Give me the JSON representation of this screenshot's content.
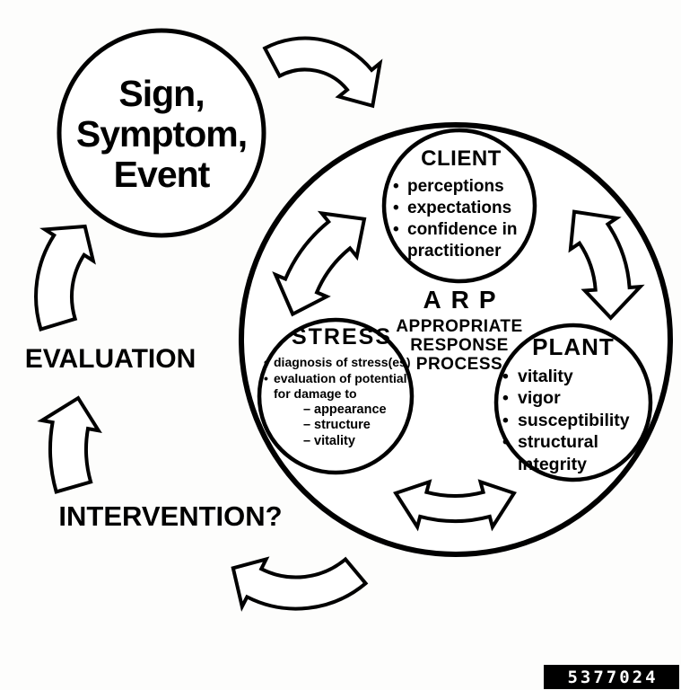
{
  "diagram": {
    "bullet": "•",
    "dash": "–",
    "outer_cycle": {
      "sign_circle": "Sign,\nSymptom,\nEvent",
      "evaluation_label": "EVALUATION",
      "intervention_label": "INTERVENTION?"
    },
    "arp": {
      "acronym": "ARP",
      "expansion": "APPROPRIATE\nRESPONSE\nPROCESS"
    },
    "client": {
      "title": "CLIENT",
      "items": [
        "perceptions",
        "expectations",
        "confidence in practitioner"
      ]
    },
    "stress": {
      "title": "STRESS",
      "items": [
        "diagnosis of stress(es)",
        "evaluation of potential for damage to"
      ],
      "sub_items": [
        "appearance",
        "structure",
        "vitality"
      ]
    },
    "plant": {
      "title": "PLANT",
      "items": [
        "vitality",
        "vigor",
        "susceptibility",
        "structural integrity"
      ]
    },
    "watermark": "5377024"
  }
}
